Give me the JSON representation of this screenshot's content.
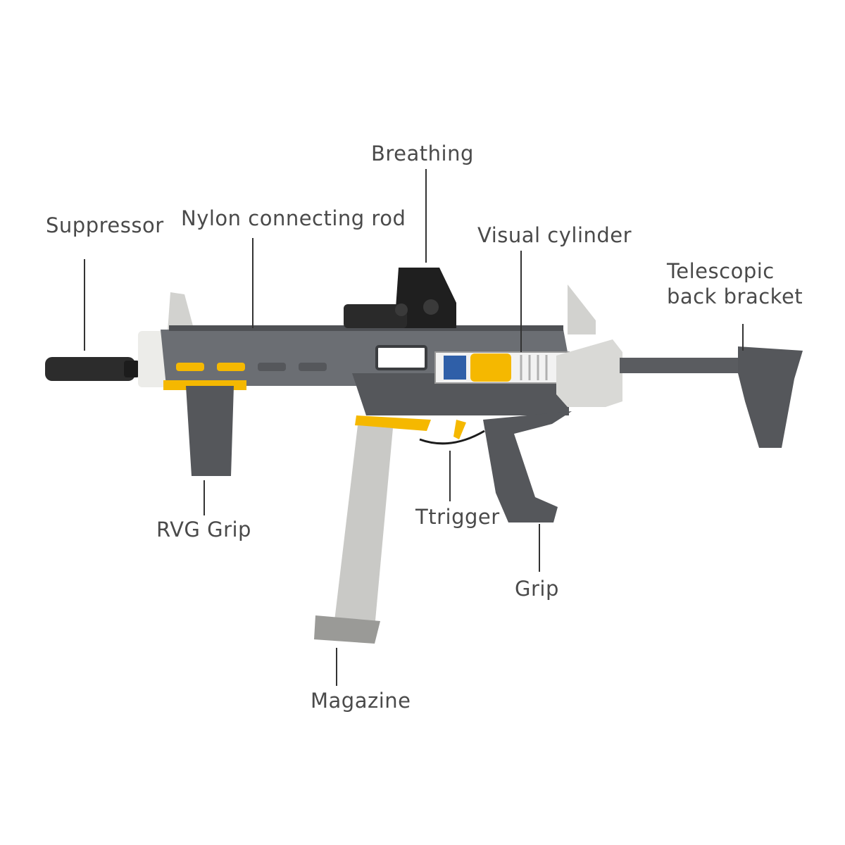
{
  "labels": {
    "breathing": "Breathing",
    "suppressor": "Suppressor",
    "nylon_rod": "Nylon connecting rod",
    "visual_cylinder": "Visual cylinder",
    "telescopic_line1": "Telescopic",
    "telescopic_line2": "back bracket",
    "rvg_grip": "RVG Grip",
    "trigger": "Ttrigger",
    "grip": "Grip",
    "magazine": "Magazine"
  },
  "colors": {
    "body_gray": "#6b6e73",
    "dark_gray": "#4a4c50",
    "light_gray": "#d9d9d6",
    "accent_yellow": "#f5b800",
    "black": "#1c1c1c",
    "line": "#333333",
    "text": "#4a4a4a"
  }
}
